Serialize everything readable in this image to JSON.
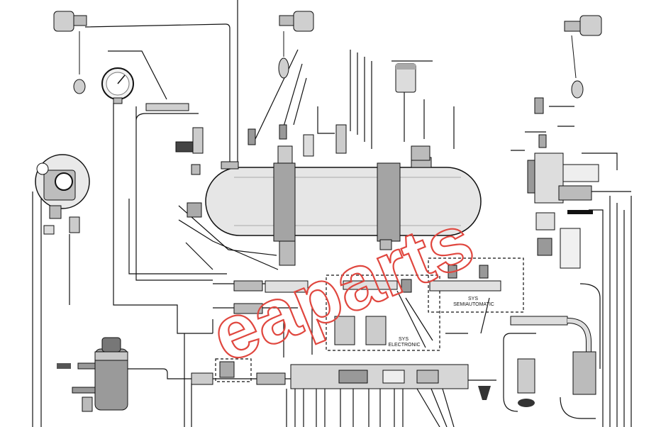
{
  "labels": {
    "sys_semiautomatic_1": "SYS",
    "sys_semiautomatic_2": "SEMIAUTOMATIC",
    "sys_electronic_1": "SYS",
    "sys_electronic_2": "ELECTRONIC"
  },
  "watermark": {
    "text": "eaparts",
    "color": "#e0473f"
  }
}
